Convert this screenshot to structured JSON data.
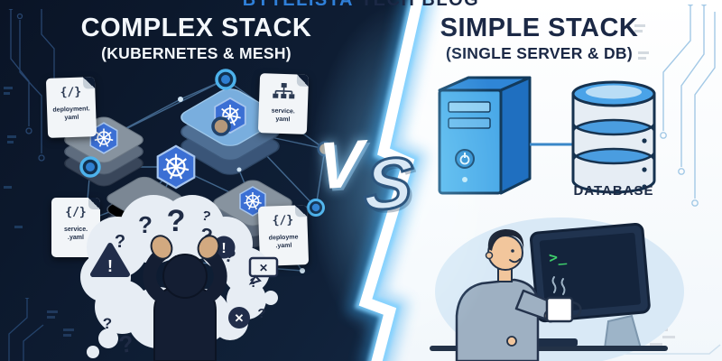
{
  "header": {
    "brand": "BYTELISTA",
    "suffix": "TECH BLOG"
  },
  "left": {
    "title": "COMPLEX STACK",
    "subtitle": "(KUBERNETES & MESH)",
    "code_glyph": "{/}",
    "files": [
      {
        "line1": "deployment.",
        "line2": "yaml"
      },
      {
        "line1": "service.",
        "line2": "yaml"
      },
      {
        "line1": "service.",
        "line2": ".yaml"
      },
      {
        "line1": "deployme",
        "line2": ".yaml"
      }
    ],
    "thought": {
      "question": "?",
      "exclamation": "!",
      "cross": "✕"
    }
  },
  "divider": {
    "v": "V",
    "s": "S"
  },
  "right": {
    "title": "SIMPLE STACK",
    "subtitle": "(SINGLE SERVER & DB)",
    "database_label": "DATABASE",
    "terminal_prompt": ">_"
  },
  "colors": {
    "left_bg": "#0e1c33",
    "accent_blue": "#2f7fd8",
    "navy": "#1b2845",
    "kubernetes_blue": "#3b6fd4",
    "bolt_glow": "#55c0ff",
    "prompt_green": "#3fd06c"
  }
}
